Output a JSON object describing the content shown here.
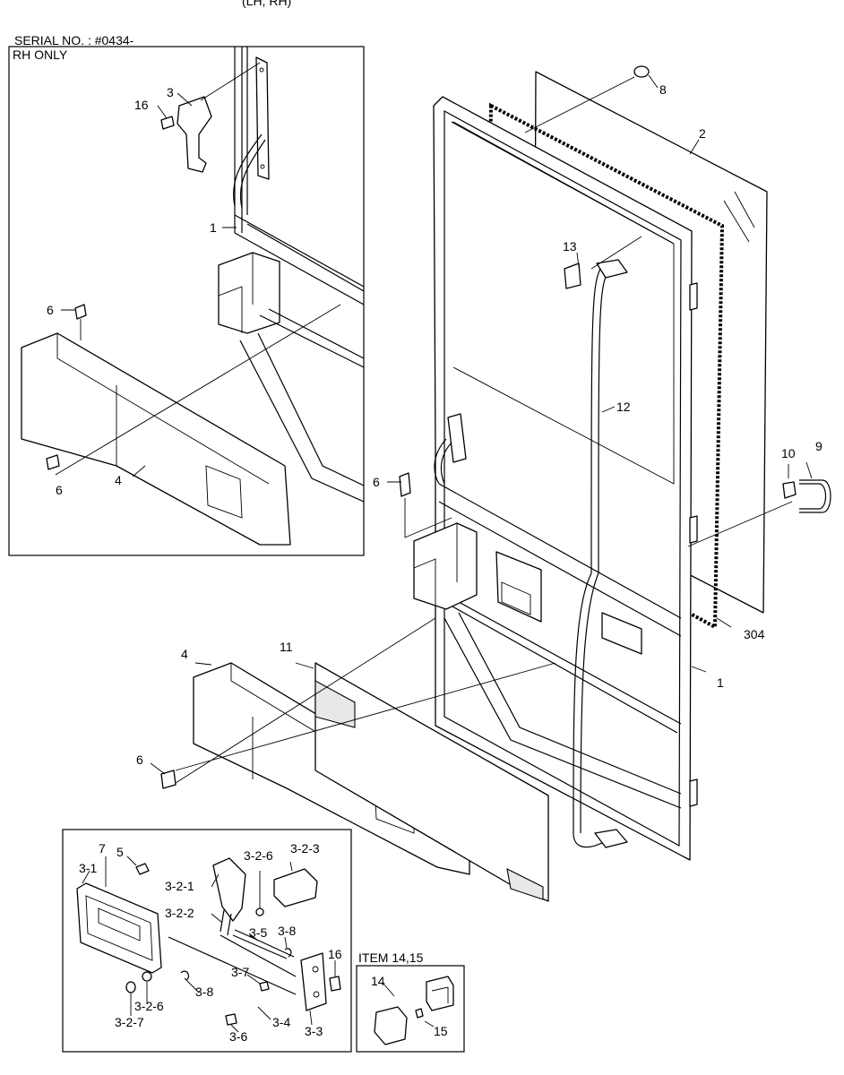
{
  "header": {
    "top_title": "(LH, RH)",
    "serial": "SERIAL NO. : #0434-",
    "rh_only": "RH ONLY",
    "item_box": "ITEM 14,15"
  },
  "labels": {
    "inset": {
      "l16": "16",
      "l3": "3",
      "l1": "1",
      "l6a": "6",
      "l6b": "6",
      "l4": "4"
    },
    "main": {
      "l8": "8",
      "l2": "2",
      "l13": "13",
      "l12": "12",
      "l9": "9",
      "l10": "10",
      "l6": "6",
      "l304": "304",
      "l1": "1",
      "l11": "11",
      "l4": "4",
      "l6b": "6"
    },
    "handle": {
      "l7": "7",
      "l5": "5",
      "l31": "3-1",
      "l321": "3-2-1",
      "l322": "3-2-2",
      "l326a": "3-2-6",
      "l323": "3-2-3",
      "l35": "3-5",
      "l38a": "3-8",
      "l16": "16",
      "l37": "3-7",
      "l38b": "3-8",
      "l326b": "3-2-6",
      "l327": "3-2-7",
      "l36": "3-6",
      "l34": "3-4",
      "l33": "3-3"
    },
    "item": {
      "l14": "14",
      "l15": "15"
    }
  }
}
